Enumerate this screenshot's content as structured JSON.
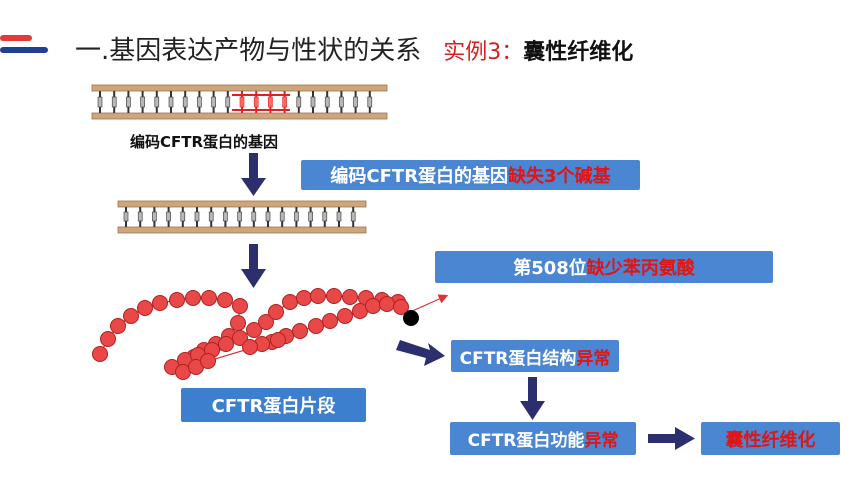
{
  "title": {
    "main": "一.基因表达产物与性状的关系",
    "example": "实例3：",
    "topic": "囊性纤维化"
  },
  "gene_label": "编码CFTR蛋白的基因",
  "deletion_box": {
    "text": "编码CFTR蛋白的基因",
    "highlight": "缺失3个碱基"
  },
  "position_box": {
    "text": "第508位",
    "highlight": "缺少苯丙氨酸"
  },
  "structure_box": {
    "text": "CFTR蛋白结构",
    "highlight": "异常"
  },
  "fragment_box": {
    "text": "CFTR蛋白片段"
  },
  "function_box": {
    "text": "CFTR蛋白功能",
    "highlight": "异常"
  },
  "result_box": {
    "text": "囊性纤维化"
  },
  "colors": {
    "box_blue": "#4a86d1",
    "highlight_red": "#e01515",
    "arrow_navy": "#2b2f6e",
    "bead_red": "#e23b3b",
    "dna_rail": "#c9a27a"
  }
}
